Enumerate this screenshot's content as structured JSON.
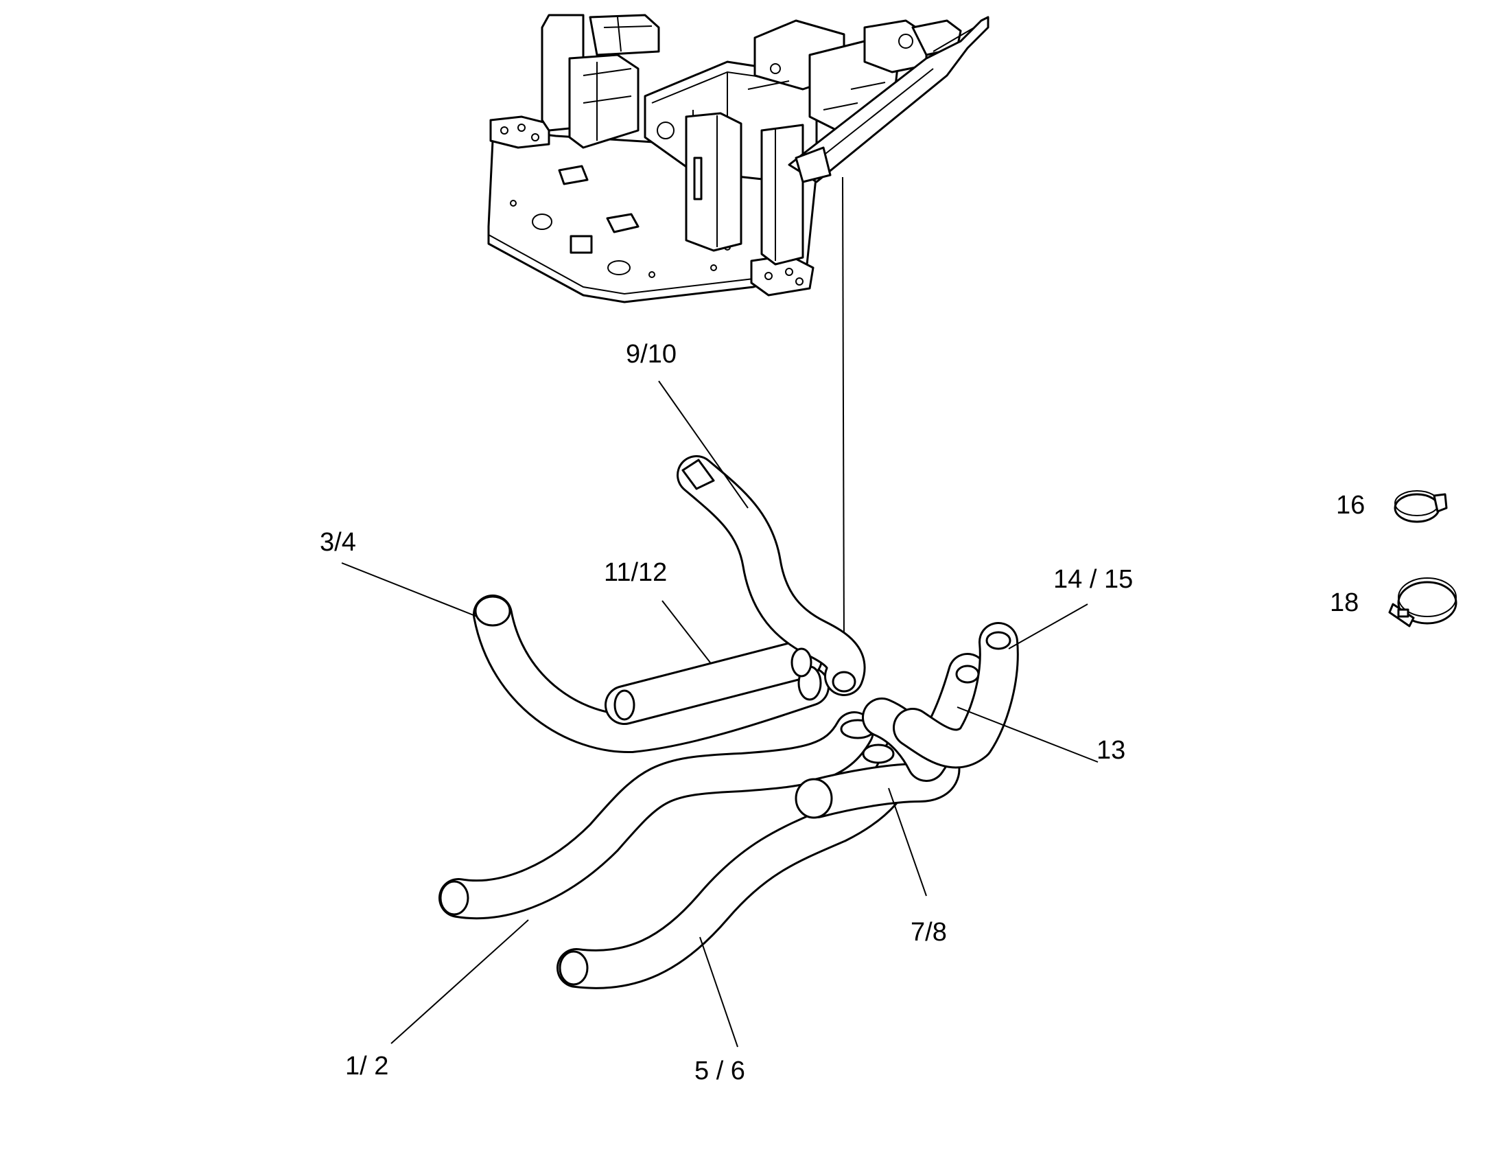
{
  "labels": {
    "hose_9_10": "9/10",
    "hose_3_4": "3/4",
    "hose_11_12": "11/12",
    "hose_14_15": "14 / 15",
    "part_16": "16",
    "part_18": "18",
    "hose_13": "13",
    "hose_7_8": "7/8",
    "hose_1_2": "1/ 2",
    "hose_5_6": "5 / 6"
  },
  "icons": {
    "frame": "machine-frame-drawing",
    "clamp_small": "hose-clamp-icon",
    "clamp_large": "hose-clamp-icon"
  },
  "colors": {
    "line": "#000000",
    "background": "#ffffff"
  }
}
